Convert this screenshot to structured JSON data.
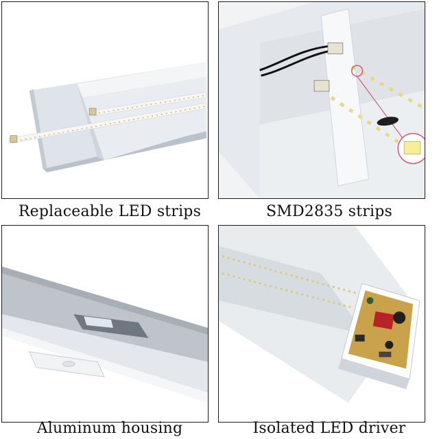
{
  "captions": {
    "top_left": "Replaceable LED strips",
    "top_right": "SMD2835 strips",
    "bottom_left": "Aluminum housing",
    "bottom_right": "Isolated LED driver"
  },
  "colors": {
    "housing": "#eef1f4",
    "housing_shade": "#c9d0d8",
    "led": "#f4e9b8",
    "pcb": "#c9a24a",
    "driver_red": "#b8232a"
  }
}
